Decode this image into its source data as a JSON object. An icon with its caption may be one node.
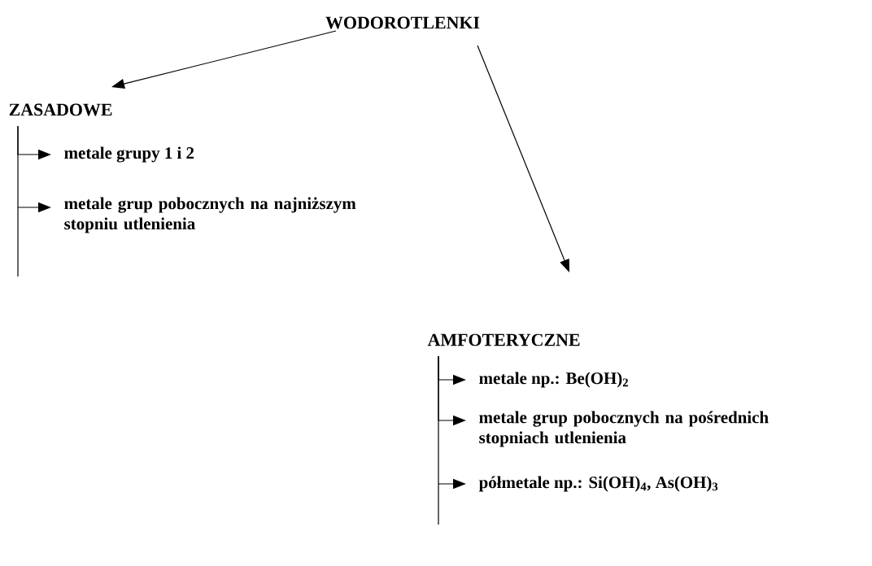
{
  "diagram": {
    "nodes": [
      {
        "text": [
          "WODOROTLENKI"
        ]
      },
      {
        "text": [
          "ZASADOWE"
        ]
      },
      {
        "text": [
          "metale grupy 1 i 2"
        ]
      },
      {
        "text": [
          "metale grup pobocznych na najniższym stopniu utlenienia"
        ]
      },
      {
        "text": [
          "AMFOTERYCZNE"
        ]
      },
      {
        "text": [
          "metale np.:  Be(OH)$_{2}$"
        ]
      },
      {
        "text": [
          "metale grup pobocznych na pośrednich stopniach utlenienia"
        ]
      },
      {
        "text": [
          "półmetale np.: Si(OH)$_{4}$, As(OH)$_{3}$"
        ]
      }
    ],
    "edges": [
      {
        "from": 0,
        "to": 1,
        "arrow": "to"
      },
      {
        "from": 0,
        "to": 4,
        "arrow": "to"
      },
      {
        "from": 1,
        "to": 2,
        "arrow": "to"
      },
      {
        "from": 1,
        "to": 3,
        "arrow": "to"
      },
      {
        "from": 4,
        "to": 5,
        "arrow": "to"
      },
      {
        "from": 4,
        "to": 6,
        "arrow": "to"
      },
      {
        "from": 4,
        "to": 7,
        "arrow": "to"
      }
    ]
  }
}
